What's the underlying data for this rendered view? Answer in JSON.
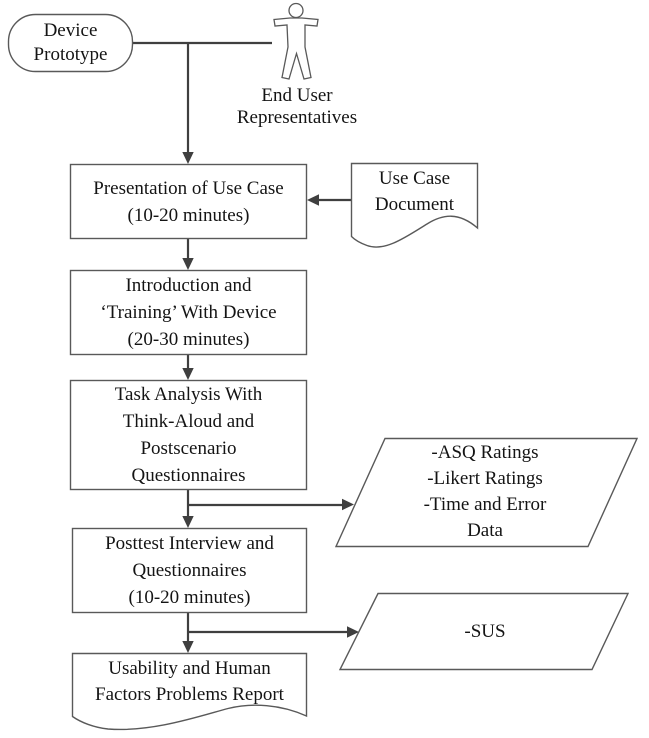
{
  "diagram": {
    "type": "flowchart",
    "colors": {
      "line": "#3f3f3f",
      "border": "#595959",
      "text": "#141414",
      "background": "#ffffff"
    },
    "nodes": {
      "device_prototype": {
        "shape": "terminator",
        "label": "Device\nPrototype"
      },
      "end_user_representatives": {
        "shape": "actor",
        "icon": "person-icon",
        "label": "End User\nRepresentatives"
      },
      "presentation_of_use_case": {
        "shape": "process",
        "label": "Presentation of Use Case\n(10-20 minutes)"
      },
      "use_case_document": {
        "shape": "document",
        "label": "Use Case\nDocument"
      },
      "introduction_training": {
        "shape": "process",
        "label": "Introduction and\n‘Training’ With Device\n(20-30 minutes)"
      },
      "task_analysis": {
        "shape": "process",
        "label": "Task Analysis With\nThink-Aloud and\nPostscenario\nQuestionnaires"
      },
      "session_outputs": {
        "shape": "data",
        "label": "-ASQ Ratings\n-Likert Ratings\n-Time and Error\nData"
      },
      "posttest_interview": {
        "shape": "process",
        "label": "Posttest Interview and\nQuestionnaires\n(10-20 minutes)"
      },
      "sus_output": {
        "shape": "data",
        "label": "-SUS"
      },
      "problems_report": {
        "shape": "document",
        "label": "Usability and Human\nFactors Problems Report"
      }
    },
    "edges": [
      {
        "from": "device_prototype",
        "to": "presentation_of_use_case"
      },
      {
        "from": "end_user_representatives",
        "to": "presentation_of_use_case"
      },
      {
        "from": "use_case_document",
        "to": "presentation_of_use_case"
      },
      {
        "from": "presentation_of_use_case",
        "to": "introduction_training"
      },
      {
        "from": "introduction_training",
        "to": "task_analysis"
      },
      {
        "from": "task_analysis",
        "to": "posttest_interview"
      },
      {
        "from": "task_analysis",
        "to": "session_outputs"
      },
      {
        "from": "posttest_interview",
        "to": "problems_report"
      },
      {
        "from": "posttest_interview",
        "to": "sus_output"
      }
    ]
  }
}
